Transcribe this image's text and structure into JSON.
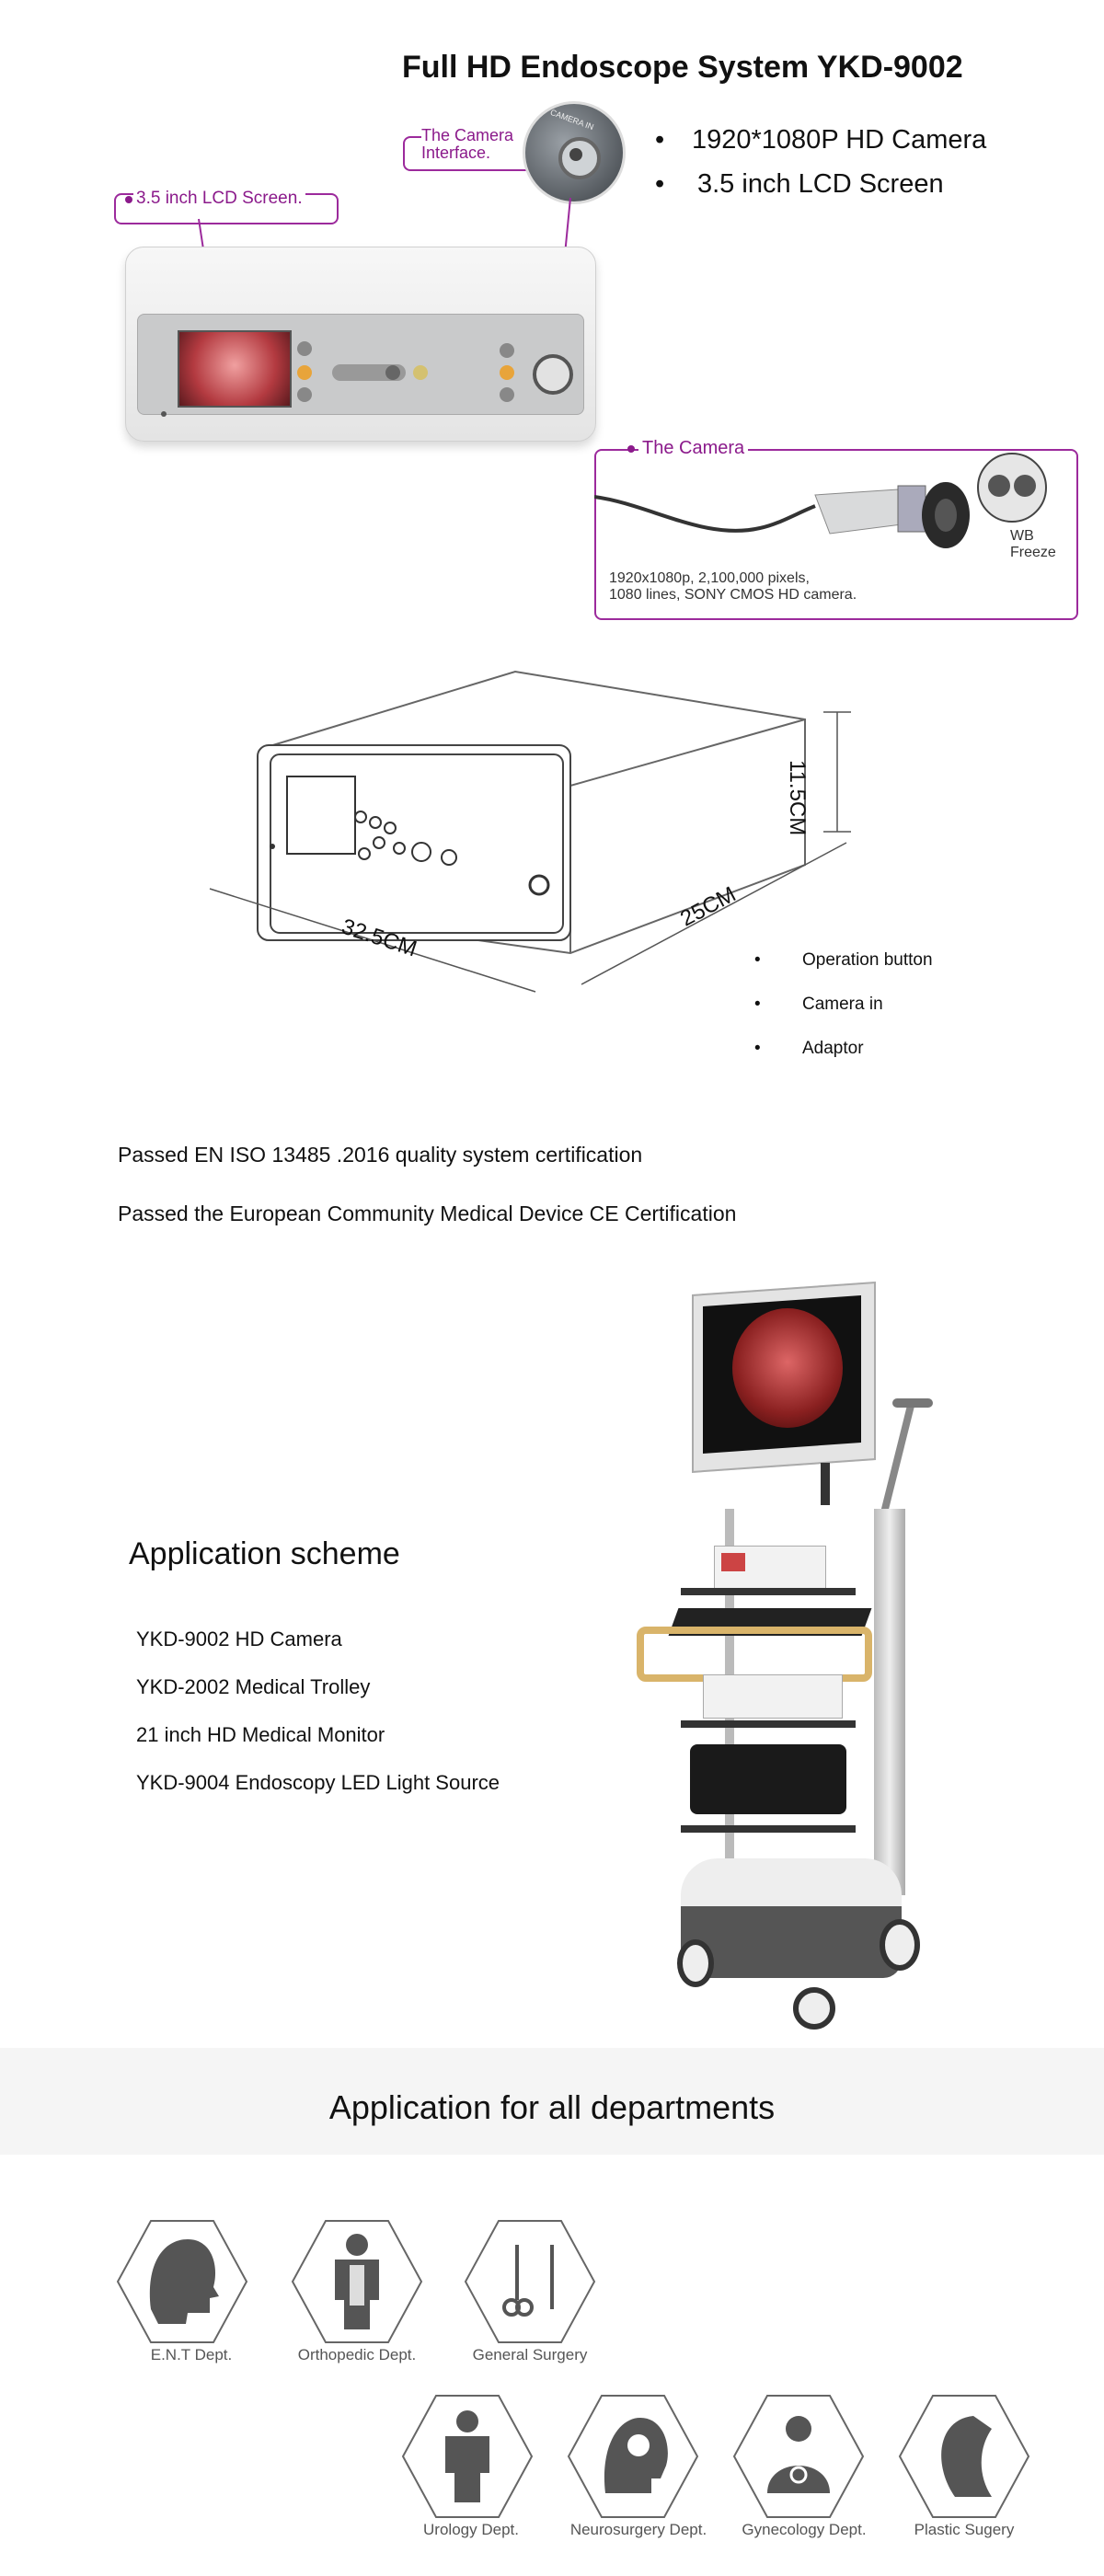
{
  "header": {
    "title": "Full HD Endoscope System YKD-9002",
    "features": [
      "1920*1080P HD Camera",
      "3.5 inch LCD Screen"
    ]
  },
  "callouts": {
    "lcd": "3.5 inch LCD Screen.",
    "camera_interface": "The Camera Interface.",
    "camera_in_label": "CAMERA IN",
    "the_camera": "The Camera",
    "wb": "WB",
    "freeze": "Freeze",
    "camera_desc_1": "1920x1080p, 2,100,000 pixels,",
    "camera_desc_2": "1080 lines, SONY CMOS HD camera."
  },
  "dimensions": {
    "width": "32.5CM",
    "depth": "25CM",
    "height": "11.5CM",
    "bullets": [
      "Operation button",
      "Camera in",
      "Adaptor"
    ]
  },
  "certifications": [
    "Passed EN ISO 13485 .2016 quality system certification",
    "Passed the European Community Medical Device CE Certification"
  ],
  "scheme": {
    "heading": "Application scheme",
    "items": [
      "YKD-9002 HD Camera",
      "YKD-2002 Medical Trolley",
      "21 inch HD Medical Monitor",
      "YKD-9004 Endoscopy LED  Light  Source"
    ]
  },
  "departments": {
    "heading": "Application for all departments",
    "row1": [
      "E.N.T Dept.",
      "Orthopedic Dept.",
      "General Surgery"
    ],
    "row2": [
      "Urology Dept.",
      "Neurosurgery Dept.",
      "Gynecology Dept.",
      "Plastic Sugery"
    ]
  },
  "colors": {
    "accent": "#8b1a8b",
    "icon_gray": "#555555",
    "band": "#f5f5f5"
  }
}
